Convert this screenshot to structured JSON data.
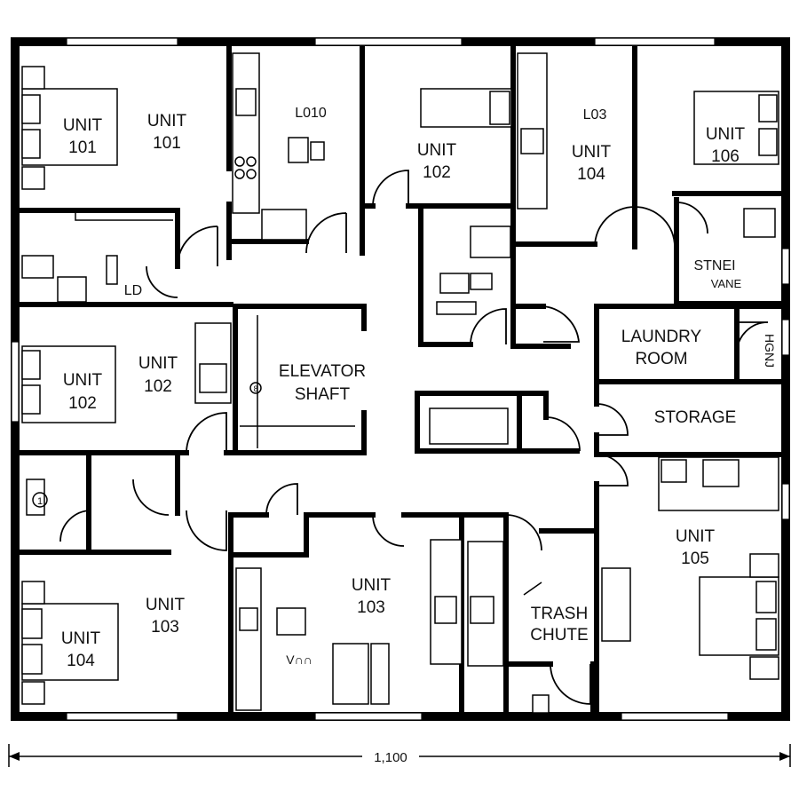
{
  "rooms": {
    "unit101_bed": [
      "UNIT",
      "101"
    ],
    "unit101": [
      "UNIT",
      "101"
    ],
    "l010": "L010",
    "unit102_top": [
      "UNIT",
      "102"
    ],
    "l03": "L03",
    "unit104_top": [
      "UNIT",
      "104"
    ],
    "unit106": [
      "UNIT",
      "106"
    ],
    "unit102_mid": [
      "UNIT",
      "102"
    ],
    "unit102_bed": [
      "UNIT",
      "102"
    ],
    "elevator": [
      "ELEVATOR",
      "SHAFT"
    ],
    "laundry": [
      "LAUNDRY",
      "ROOM"
    ],
    "storage": "STORAGE",
    "unit105": [
      "UNIT",
      "105"
    ],
    "unit103_left": [
      "UNIT",
      "103"
    ],
    "unit104_bed": [
      "UNIT",
      "104"
    ],
    "unit103_mid": [
      "UNIT",
      "103"
    ],
    "trash": [
      "TRASH",
      "CHUTE"
    ]
  },
  "glyphs": {
    "ld": "LD",
    "stnei": "STNEI",
    "vane": "VANE",
    "side_vertical": "HGNJ",
    "table_mark": "V∩∩",
    "circle_mark": "1",
    "small_circle_mark": "8"
  },
  "dimension": {
    "total": "1,100"
  }
}
